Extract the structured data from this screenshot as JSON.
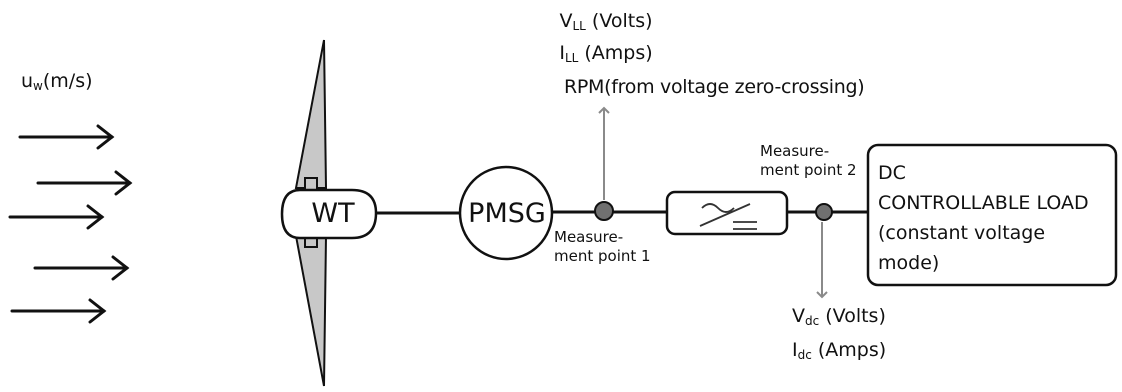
{
  "wind": {
    "symbol": "u",
    "subscript": "w",
    "unit": "(m/s)"
  },
  "turbine": {
    "label": "WT"
  },
  "generator": {
    "label": "PMSG"
  },
  "measurement_ac": {
    "vll_symbol": "V",
    "vll_sub": "LL",
    "vll_unit": "(Volts)",
    "ill_symbol": "I",
    "ill_sub": "LL",
    "ill_unit": "(Amps)",
    "rpm": "RPM(from voltage zero-crossing)"
  },
  "measurement_point_1": {
    "line1": "Measure-",
    "line2": "ment point 1"
  },
  "measurement_point_2": {
    "line1": "Measure-",
    "line2": "ment point 2"
  },
  "measurement_dc": {
    "vdc_symbol": "V",
    "vdc_sub": "dc",
    "vdc_unit": "(Volts)",
    "idc_symbol": "I",
    "idc_sub": "dc",
    "idc_unit": "(Amps)"
  },
  "load": {
    "line1": "DC",
    "line2": "CONTROLLABLE LOAD",
    "line3": "(constant voltage",
    "line4": "mode)"
  },
  "colors": {
    "blade_fill": "#c8c8c8",
    "node_fill": "#707070",
    "arrow_gray": "#8a8a8a",
    "stroke": "#111111"
  }
}
